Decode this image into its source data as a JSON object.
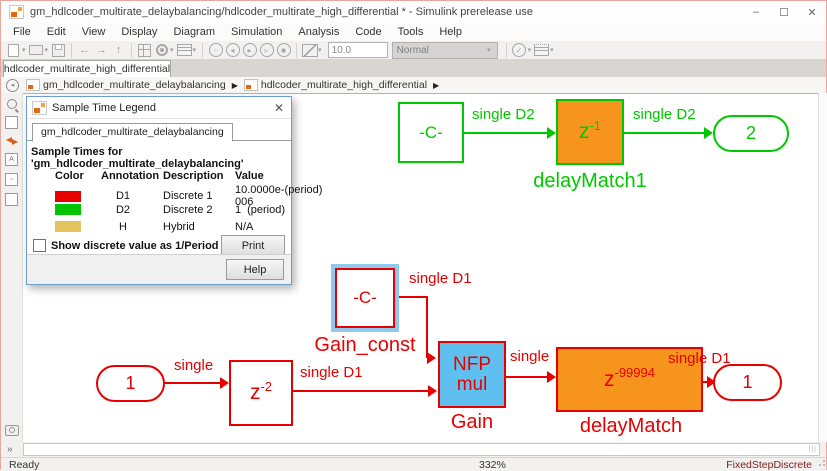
{
  "window": {
    "title": "gm_hdlcoder_multirate_delaybalancing/hdlcoder_multirate_high_differential * - Simulink prerelease use",
    "minimize": "–",
    "maximize": "☐",
    "close": "✕"
  },
  "menu": {
    "items": [
      "File",
      "Edit",
      "View",
      "Display",
      "Diagram",
      "Simulation",
      "Analysis",
      "Code",
      "Tools",
      "Help"
    ]
  },
  "toolbar": {
    "sim_stop_time": "10.0",
    "sim_mode": "Normal"
  },
  "tabs": {
    "active": "hdlcoder_multirate_high_differential"
  },
  "breadcrumb": {
    "items": [
      "gm_hdlcoder_multirate_delaybalancing",
      "hdlcoder_multirate_high_differential"
    ],
    "separator": "▶"
  },
  "legend_dialog": {
    "title": "Sample Time Legend",
    "close": "✕",
    "tab": "gm_hdlcoder_multirate_delaybalancing",
    "heading": "Sample Times for 'gm_hdlcoder_multirate_delaybalancing'",
    "table": {
      "headers": [
        "Color",
        "Annotation",
        "Description",
        "Value"
      ],
      "rows": [
        {
          "color": "#e60000",
          "annotation": "D1",
          "description": "Discrete 1",
          "value": "10.0000e-006",
          "unit": "(period)"
        },
        {
          "color": "#00c400",
          "annotation": "D2",
          "description": "Discrete 2",
          "value": "1",
          "unit": "(period)"
        },
        {
          "color": "#e2c35c",
          "annotation": "H",
          "description": "Hybrid",
          "value": "N/A",
          "unit": ""
        }
      ]
    },
    "checkbox_label": "Show discrete value as 1/Period",
    "print_label": "Print",
    "help_label": "Help"
  },
  "diagram": {
    "green_path": {
      "const_text": "-C-",
      "wire1_label": "single D2",
      "delay_base": "z",
      "delay_exp": "-1",
      "delay_name": "delayMatch1",
      "wire2_label": "single D2",
      "outport": "2"
    },
    "red_path": {
      "inport": "1",
      "in_wire_label": "single",
      "z2_base": "z",
      "z2_exp": "-2",
      "z2_out_label": "single D1",
      "gain_const_text": "-C-",
      "gain_const_name": "Gain_const",
      "gain_const_wire_label": "single D1",
      "nfp_line1": "NFP",
      "nfp_line2": "mul",
      "nfp_name": "Gain",
      "nfp_out_label": "single",
      "delay_base": "z",
      "delay_exp": "-99994",
      "delay_name": "delayMatch",
      "out_wire_label": "single D1",
      "outport": "1"
    }
  },
  "statusbar": {
    "left": "Ready",
    "zoom": "332%",
    "right": "FixedStepDiscrete"
  },
  "colors": {
    "signal_red": "#e60000",
    "signal_green": "#00c800",
    "delay_orange": "#f7941e",
    "gain_blue": "#5fc0ef",
    "selection_blue": "#90c9ee",
    "hybrid_tan": "#e2c35c",
    "solver_maroon": "#7a2020"
  }
}
